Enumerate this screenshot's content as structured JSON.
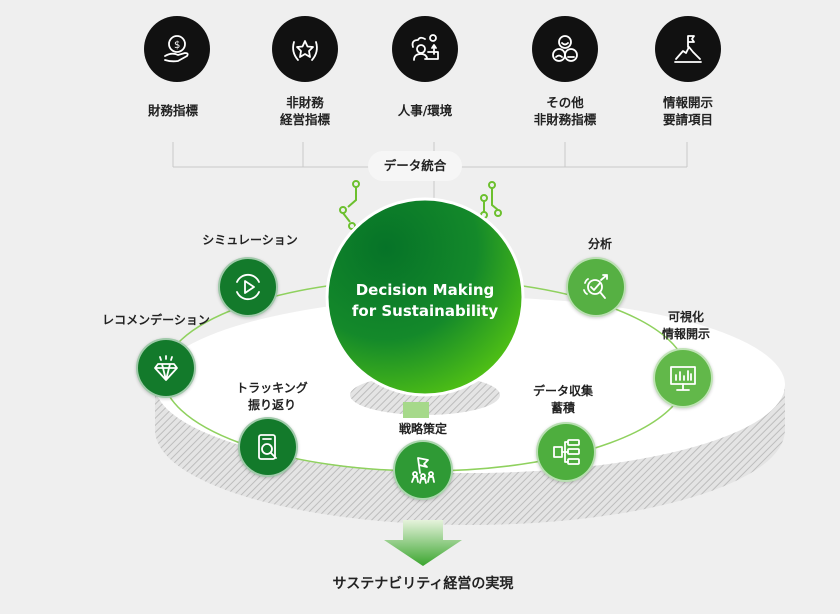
{
  "sources": [
    {
      "label": "財務指標",
      "icon": "hand-dollar-icon"
    },
    {
      "label": "非財務\n経営指標",
      "icon": "laurel-star-icon"
    },
    {
      "label": "人事/環境",
      "icon": "people-environment-icon"
    },
    {
      "label": "その他\n非財務指標",
      "icon": "faces-icon"
    },
    {
      "label": "情報開示\n要請項目",
      "icon": "mountain-flag-icon"
    }
  ],
  "integration_label": "データ統合",
  "center": {
    "line1": "Decision Making",
    "line2": "for Sustainability"
  },
  "cycle": [
    {
      "label": "シミュレーション",
      "icon": "play-icon"
    },
    {
      "label": "レコメンデーション",
      "icon": "diamond-icon"
    },
    {
      "label": "トラッキング\n振り返り",
      "icon": "report-search-icon"
    },
    {
      "label": "戦略策定",
      "icon": "team-flag-icon"
    },
    {
      "label": "データ収集\n蓄積",
      "icon": "data-flow-icon"
    },
    {
      "label": "可視化\n情報開示",
      "icon": "monitor-chart-icon"
    },
    {
      "label": "分析",
      "icon": "target-analysis-icon"
    }
  ],
  "result_label": "サステナビリティ経営の実現",
  "colors": {
    "dark_green": "#137a2b",
    "mid_green": "#2f9a35",
    "light_green": "#62b84a",
    "accent": "#52c41a"
  }
}
